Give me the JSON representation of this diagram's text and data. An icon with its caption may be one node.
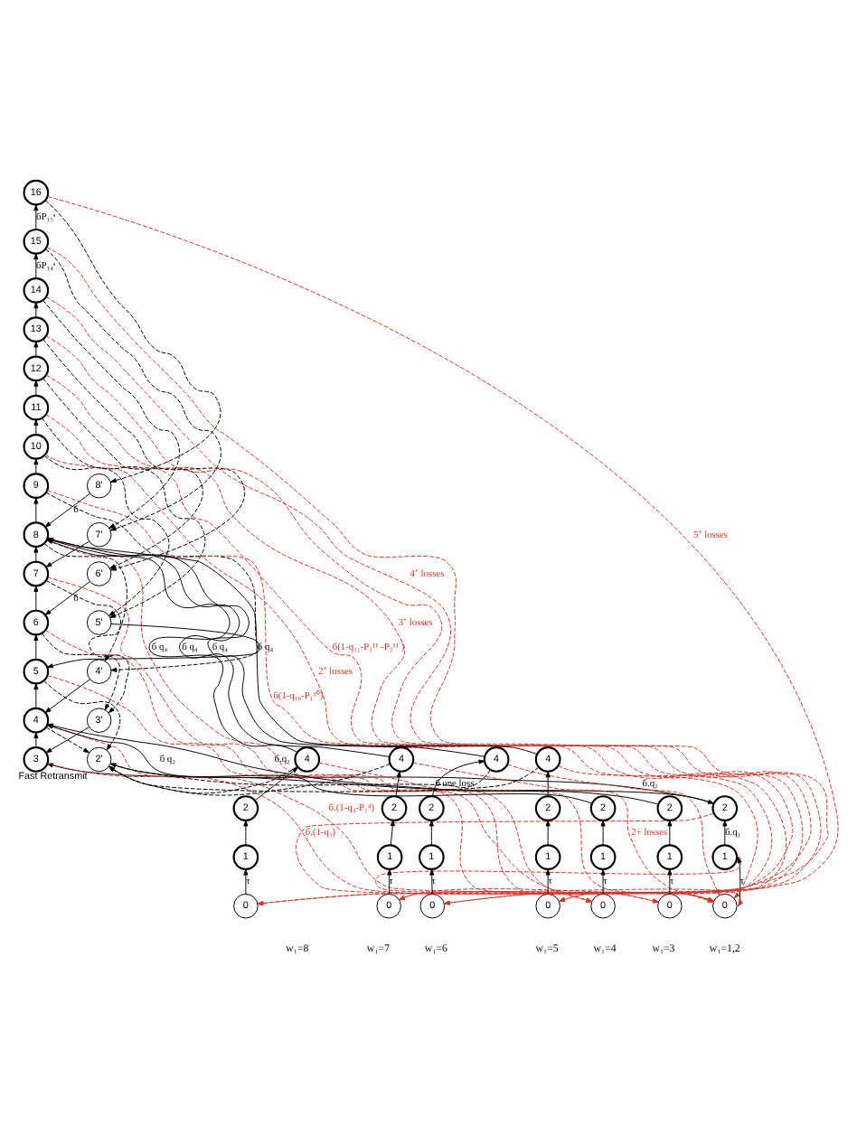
{
  "diagram": {
    "nodes": [
      {
        "text": [
          "0"
        ]
      },
      {
        "text": [
          "1"
        ]
      },
      {
        "text": [
          "2"
        ]
      },
      {
        "text": [
          "3"
        ]
      },
      {
        "text": [
          "4"
        ]
      },
      {
        "text": [
          "5"
        ]
      },
      {
        "text": [
          "6"
        ]
      },
      {
        "text": [
          "7"
        ]
      },
      {
        "text": [
          "8"
        ]
      },
      {
        "text": [
          "9"
        ]
      },
      {
        "text": [
          "10"
        ]
      },
      {
        "text": [
          "11"
        ]
      },
      {
        "text": [
          "12"
        ]
      },
      {
        "text": [
          "13"
        ]
      },
      {
        "text": [
          "14"
        ]
      },
      {
        "text": [
          "15"
        ]
      },
      {
        "text": [
          "16"
        ]
      },
      {
        "text": [
          "2'"
        ],
        "beside": [
          "Fast Retransmit"
        ]
      },
      {
        "text": [
          "3'"
        ]
      },
      {
        "text": [
          "4'"
        ]
      },
      {
        "text": [
          "5'"
        ]
      },
      {
        "text": [
          "6'"
        ]
      },
      {
        "text": [
          "7'"
        ]
      },
      {
        "text": [
          "8'"
        ]
      },
      {
        "text": [
          "0"
        ]
      },
      {
        "text": [
          "1"
        ]
      },
      {
        "text": [
          "2"
        ]
      },
      {
        "text": [
          "4"
        ]
      },
      {
        "text": [
          "0"
        ]
      },
      {
        "text": [
          "1"
        ]
      },
      {
        "text": [
          "2"
        ]
      },
      {
        "text": [
          "4"
        ]
      },
      {
        "text": [
          "0"
        ]
      },
      {
        "text": [
          "1"
        ]
      },
      {
        "text": [
          "2"
        ]
      },
      {
        "text": [
          "4"
        ]
      },
      {
        "text": [
          "0"
        ]
      },
      {
        "text": [
          "1"
        ]
      },
      {
        "text": [
          "2"
        ]
      },
      {
        "text": [
          "4"
        ]
      },
      {
        "text": [
          "0"
        ]
      },
      {
        "text": [
          "1"
        ]
      },
      {
        "text": [
          "2"
        ]
      },
      {
        "text": [
          "0"
        ]
      },
      {
        "text": [
          "1"
        ]
      },
      {
        "text": [
          "2"
        ]
      }
    ],
    "edges": [
      {
        "from": 0,
        "to": 1,
        "arrow": "to",
        "label": "τ"
      },
      {
        "from": 1,
        "to": 2,
        "arrow": "to",
        "label": "б.q₁"
      },
      {
        "from": 2,
        "to": 3,
        "arrow": "to",
        "label": "б.q₂"
      },
      {
        "from": 3,
        "to": 4,
        "arrow": "to"
      },
      {
        "from": 4,
        "to": 5,
        "arrow": "to"
      },
      {
        "from": 5,
        "to": 6,
        "arrow": "to"
      },
      {
        "from": 6,
        "to": 7,
        "arrow": "to"
      },
      {
        "from": 7,
        "to": 8,
        "arrow": "to"
      },
      {
        "from": 8,
        "to": 9,
        "arrow": "to"
      },
      {
        "from": 9,
        "to": 10,
        "arrow": "to"
      },
      {
        "from": 10,
        "to": 11,
        "arrow": "to"
      },
      {
        "from": 11,
        "to": 12,
        "arrow": "to"
      },
      {
        "from": 12,
        "to": 13,
        "arrow": "to"
      },
      {
        "from": 13,
        "to": 14,
        "arrow": "to"
      },
      {
        "from": 14,
        "to": 15,
        "arrow": "to",
        "label": "бP₁₄ˢ"
      },
      {
        "from": 15,
        "to": 16,
        "arrow": "to",
        "label": "бP₁₅ˢ"
      },
      {
        "from": 23,
        "to": 8,
        "arrow": "to",
        "label": "б"
      },
      {
        "from": 22,
        "to": 7,
        "arrow": "to"
      },
      {
        "from": 21,
        "to": 6,
        "arrow": "to",
        "label": "б"
      },
      {
        "from": 20,
        "to": 5,
        "arrow": "to"
      },
      {
        "from": 19,
        "to": 4,
        "arrow": "to"
      },
      {
        "from": 18,
        "to": 3,
        "arrow": "to"
      },
      {
        "from": 17,
        "to": 2,
        "arrow": "to",
        "label": "б"
      },
      {
        "from": 16,
        "to": 23,
        "arrow": "to",
        "style": "dashed"
      },
      {
        "from": 15,
        "to": 22,
        "arrow": "to",
        "style": "dashed"
      },
      {
        "from": 14,
        "to": 22,
        "arrow": "to",
        "style": "dashed"
      },
      {
        "from": 13,
        "to": 21,
        "arrow": "to",
        "style": "dashed"
      },
      {
        "from": 12,
        "to": 21,
        "arrow": "to",
        "style": "dashed"
      },
      {
        "from": 11,
        "to": 20,
        "arrow": "to",
        "style": "dashed"
      },
      {
        "from": 10,
        "to": 20,
        "arrow": "to",
        "style": "dashed"
      },
      {
        "from": 9,
        "to": 19,
        "arrow": "to",
        "style": "dashed"
      },
      {
        "from": 8,
        "to": 19,
        "arrow": "to",
        "style": "dashed"
      },
      {
        "from": 7,
        "to": 18,
        "arrow": "to",
        "style": "dashed"
      },
      {
        "from": 6,
        "to": 18,
        "arrow": "to",
        "style": "dashed"
      },
      {
        "from": 5,
        "to": 17,
        "arrow": "to",
        "style": "dashed"
      },
      {
        "from": 4,
        "to": 17,
        "arrow": "to",
        "style": "dashed"
      },
      {
        "from": 24,
        "to": 25,
        "arrow": "to",
        "label": "τ"
      },
      {
        "from": 25,
        "to": 26,
        "arrow": "to"
      },
      {
        "from": 26,
        "to": 27,
        "arrow": "to"
      },
      {
        "from": 27,
        "to": 8,
        "arrow": "to",
        "label": "б q₄"
      },
      {
        "from": 28,
        "to": 29,
        "arrow": "to",
        "label": "τ"
      },
      {
        "from": 29,
        "to": 30,
        "arrow": "to"
      },
      {
        "from": 30,
        "to": 31,
        "arrow": "to"
      },
      {
        "from": 31,
        "to": 8,
        "arrow": "to",
        "label": "б q₄"
      },
      {
        "from": 32,
        "to": 33,
        "arrow": "to",
        "label": "τ"
      },
      {
        "from": 33,
        "to": 34,
        "arrow": "to"
      },
      {
        "from": 34,
        "to": 35,
        "arrow": "to"
      },
      {
        "from": 35,
        "to": 8,
        "arrow": "to",
        "label": "б q₄"
      },
      {
        "from": 36,
        "to": 37,
        "arrow": "to",
        "label": "τ"
      },
      {
        "from": 37,
        "to": 38,
        "arrow": "to"
      },
      {
        "from": 38,
        "to": 39,
        "arrow": "to"
      },
      {
        "from": 39,
        "to": 8,
        "arrow": "to",
        "label": "б q₄"
      },
      {
        "from": 40,
        "to": 41,
        "arrow": "to",
        "label": "τ"
      },
      {
        "from": 41,
        "to": 42,
        "arrow": "to"
      },
      {
        "from": 42,
        "to": 4,
        "arrow": "to",
        "label": "б q₂"
      },
      {
        "from": 43,
        "to": 44,
        "arrow": "to",
        "label": "τ"
      },
      {
        "from": 44,
        "to": 45,
        "arrow": "to"
      },
      {
        "from": 45,
        "to": 4,
        "arrow": "to",
        "label": "б.q₂"
      },
      {
        "from": 27,
        "to": 17,
        "arrow": "to",
        "style": "dashed"
      },
      {
        "from": 31,
        "to": 17,
        "arrow": "to",
        "style": "dashed"
      },
      {
        "from": 35,
        "to": 17,
        "arrow": "to",
        "style": "dashed",
        "label": "one loss"
      },
      {
        "from": 39,
        "to": 17,
        "arrow": "to",
        "style": "dashed"
      },
      {
        "from": 16,
        "to": 24,
        "arrow": "to",
        "style": "dashed",
        "color": "#d9342b",
        "label": "5⁺ losses"
      },
      {
        "from": 15,
        "to": 24,
        "arrow": "to",
        "style": "dashed",
        "color": "#d9342b"
      },
      {
        "from": 14,
        "to": 28,
        "arrow": "to",
        "style": "dashed",
        "color": "#d9342b",
        "label": "4⁺ losses"
      },
      {
        "from": 13,
        "to": 28,
        "arrow": "to",
        "style": "dashed",
        "color": "#d9342b"
      },
      {
        "from": 12,
        "to": 32,
        "arrow": "to",
        "style": "dashed",
        "color": "#d9342b",
        "label": "3⁺ losses"
      },
      {
        "from": 11,
        "to": 32,
        "arrow": "to",
        "style": "dashed",
        "color": "#d9342b",
        "label": "б(1-q₁₁-P₁¹¹ -P₂¹¹ )"
      },
      {
        "from": 10,
        "to": 36,
        "arrow": "to",
        "style": "dashed",
        "color": "#d9342b",
        "label": "2⁺ losses"
      },
      {
        "from": 9,
        "to": 36,
        "arrow": "to",
        "style": "dashed",
        "color": "#d9342b",
        "label": "б(1-q₁₀-P₁¹⁰)"
      },
      {
        "from": 8,
        "to": 40,
        "arrow": "to",
        "style": "dashed",
        "color": "#d9342b"
      },
      {
        "from": 7,
        "to": 40,
        "arrow": "to",
        "style": "dashed",
        "color": "#d9342b"
      },
      {
        "from": 6,
        "to": 43,
        "arrow": "to",
        "style": "dashed",
        "color": "#d9342b"
      },
      {
        "from": 5,
        "to": 43,
        "arrow": "to",
        "style": "dashed",
        "color": "#d9342b"
      },
      {
        "from": 4,
        "to": 0,
        "arrow": "to",
        "style": "dashed",
        "color": "#d9342b",
        "label": "б.(1-q₄-P₁⁴)"
      },
      {
        "from": 3,
        "to": 0,
        "arrow": "to",
        "style": "dashed",
        "color": "#d9342b",
        "label": "б.(1-q₃)"
      },
      {
        "from": 2,
        "to": 0,
        "arrow": "to",
        "style": "dashed",
        "color": "#d9342b"
      },
      {
        "from": 1,
        "to": 0,
        "arrow": "to",
        "style": "dashed",
        "color": "#d9342b"
      },
      {
        "from": 27,
        "to": 0,
        "arrow": "to",
        "style": "dashed",
        "color": "#d9342b"
      },
      {
        "from": 31,
        "to": 0,
        "arrow": "to",
        "style": "dashed",
        "color": "#d9342b",
        "label": "2+ losses"
      },
      {
        "from": 35,
        "to": 0,
        "arrow": "to",
        "style": "dashed",
        "color": "#d9342b"
      },
      {
        "from": 39,
        "to": 0,
        "arrow": "to",
        "style": "dashed",
        "color": "#d9342b"
      }
    ],
    "labels": [
      "w₁=8",
      "w₁=7",
      "w₁=6",
      "w₁=5",
      "w₁=4",
      "w₁=3",
      "w₁=1,2"
    ]
  }
}
